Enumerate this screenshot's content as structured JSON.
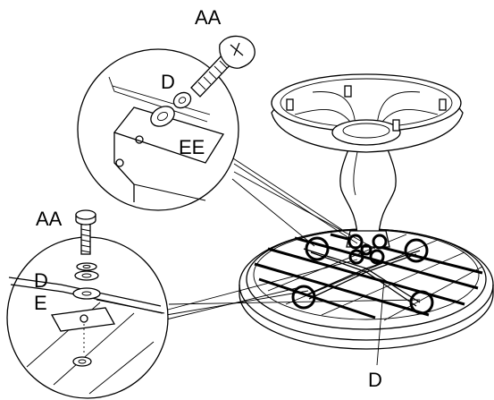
{
  "diagram": {
    "labels": {
      "aa_top": "AA",
      "d_top": "D",
      "ee_top": "EE",
      "aa_left": "AA",
      "d_left": "D",
      "e_left": "E",
      "d_bottom": "D"
    },
    "highlight_circle_count": 9
  }
}
